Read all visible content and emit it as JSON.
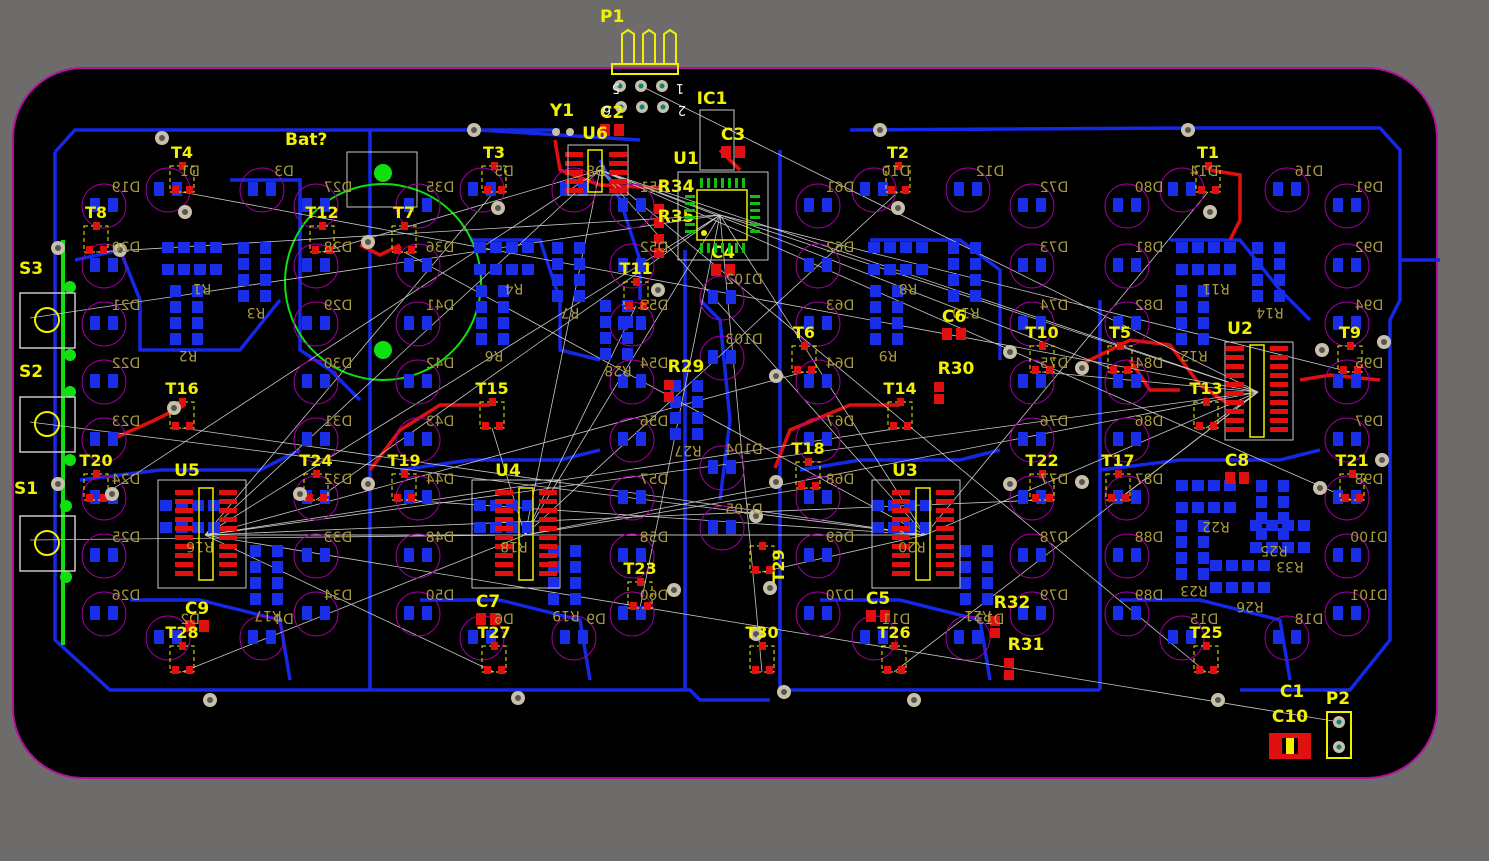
{
  "colors": {
    "background": "#6e6c6b",
    "board": "#000000",
    "outline": "#b0109c",
    "trace_bottom": "#1428e6",
    "trace_top": "#e01010",
    "pad": "#1a2ee8",
    "smd_pad": "#e01010",
    "via": "#c8c0a8",
    "ratsnest": "#c8c8c8",
    "designator": "#f0f000",
    "silk_bottom": "#a89a3c",
    "courtyard": "#a000a0",
    "green_feature": "#10e010"
  },
  "header": {
    "label": "P1",
    "pin_hi": "5",
    "pin_lo": "1",
    "pin_hi2": "6",
    "pin_lo2": "2"
  },
  "battery": {
    "label": "Bat?"
  },
  "switches": [
    "S3",
    "S2",
    "S1"
  ],
  "connector2": "P2",
  "ics": [
    {
      "id": "u1",
      "label": "U1"
    },
    {
      "id": "u2",
      "label": "U2"
    },
    {
      "id": "u3",
      "label": "U3"
    },
    {
      "id": "u4",
      "label": "U4"
    },
    {
      "id": "u5",
      "label": "U5"
    },
    {
      "id": "u6",
      "label": "U6"
    },
    {
      "id": "ic1",
      "label": "IC1"
    },
    {
      "id": "y1",
      "label": "Y1"
    }
  ],
  "capacitors": [
    "C1",
    "C2",
    "C3",
    "C4",
    "C5",
    "C6",
    "C7",
    "C8",
    "C9",
    "C10"
  ],
  "resistors_top": [
    "R29",
    "R30",
    "R31",
    "R32",
    "R34",
    "R35"
  ],
  "transistors": [
    "T1",
    "T2",
    "T3",
    "T4",
    "T5",
    "T6",
    "T7",
    "T8",
    "T9",
    "T10",
    "T11",
    "T12",
    "T13",
    "T14",
    "T15",
    "T16",
    "T17",
    "T18",
    "T19",
    "T20",
    "T21",
    "T22",
    "T23",
    "T24",
    "T25",
    "T26",
    "T27",
    "T28",
    "T29",
    "T30"
  ],
  "leds": [
    "D1",
    "D2",
    "D3",
    "D4",
    "D5",
    "D6",
    "D8",
    "D9",
    "D10",
    "D11",
    "D12",
    "D13",
    "D14",
    "D15",
    "D16",
    "D18",
    "D19",
    "D20",
    "D21",
    "D22",
    "D23",
    "D24",
    "D25",
    "D26",
    "D27",
    "D28",
    "D29",
    "D30",
    "D31",
    "D32",
    "D33",
    "D34",
    "D35",
    "D36",
    "D41",
    "D42",
    "D43",
    "D44",
    "D48",
    "D50",
    "D51",
    "D52",
    "D53",
    "D54",
    "D56",
    "D57",
    "D58",
    "D60",
    "D61",
    "D62",
    "D63",
    "D64",
    "D67",
    "D68",
    "D69",
    "D70",
    "D72",
    "D73",
    "D74",
    "D75",
    "D76",
    "D77",
    "D78",
    "D79",
    "D80",
    "D81",
    "D82",
    "D84",
    "D86",
    "D87",
    "D88",
    "D89",
    "D91",
    "D92",
    "D94",
    "D95",
    "D97",
    "D98",
    "D100",
    "D101",
    "D102",
    "D103",
    "D104",
    "D105"
  ],
  "resistors_bottom": [
    "R1",
    "R2",
    "R3",
    "R4",
    "R6",
    "R7",
    "R8",
    "R9",
    "R10",
    "R11",
    "R12",
    "R14",
    "R16",
    "R17",
    "R18",
    "R19",
    "R20",
    "R21",
    "R22",
    "R23",
    "R25",
    "R26",
    "R27",
    "R28",
    "R33"
  ]
}
